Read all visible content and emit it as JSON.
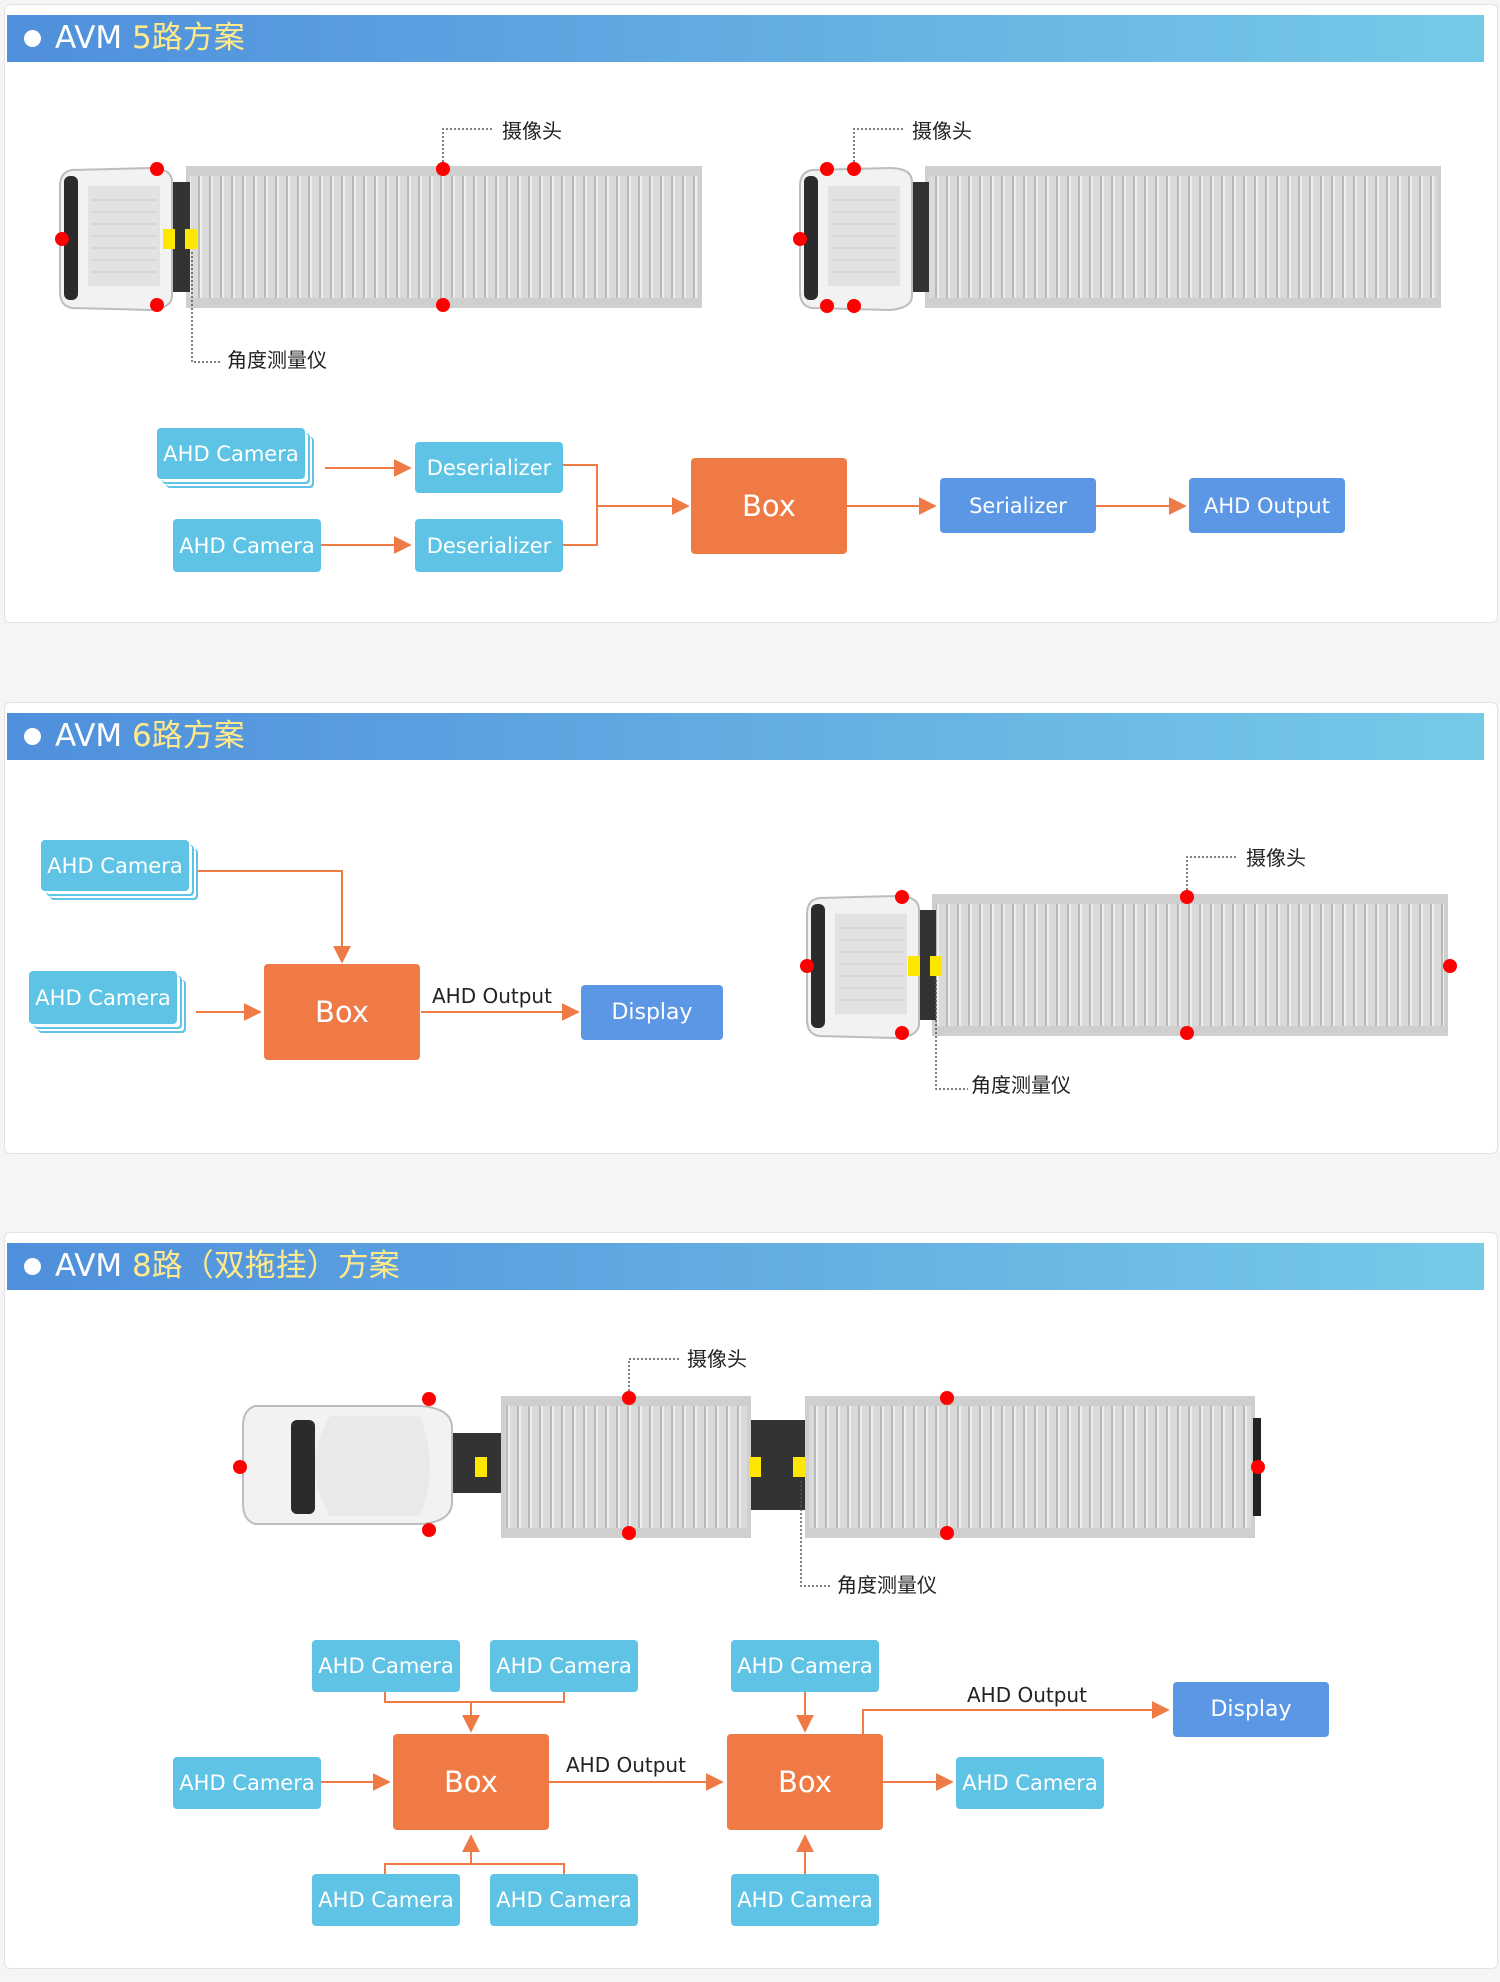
{
  "colors": {
    "camera": "#5ec3e4",
    "box": "#ef7a45",
    "serializer": "#5b97e4",
    "arrow": "#ef7a45",
    "camera_marker": "#ff0000",
    "angle_sensor": "#ffe600"
  },
  "section5": {
    "title_prefix": "AVM ",
    "title_highlight": "5路方案",
    "label_camera": "摄像头",
    "label_camera_2": "摄像头",
    "label_angle": "角度测量仪",
    "flow": {
      "camera_1": "AHD Camera",
      "camera_2": "AHD Camera",
      "deserializer_1": "Deserializer",
      "deserializer_2": "Deserializer",
      "box": "Box",
      "serializer": "Serializer",
      "output": "AHD Output"
    }
  },
  "section6": {
    "title_prefix": "AVM ",
    "title_highlight": "6路方案",
    "label_camera": "摄像头",
    "label_angle": "角度测量仪",
    "flow": {
      "camera_1": "AHD Camera",
      "camera_2": "AHD Camera",
      "box": "Box",
      "output_label": "AHD Output",
      "display": "Display"
    }
  },
  "section8": {
    "title_prefix": "AVM ",
    "title_highlight": "8路（双拖挂）方案",
    "label_camera": "摄像头",
    "label_angle": "角度测量仪",
    "flow": {
      "camera_top_1": "AHD Camera",
      "camera_top_2": "AHD Camera",
      "camera_left": "AHD Camera",
      "camera_bottom_1": "AHD Camera",
      "camera_bottom_2": "AHD Camera",
      "box_1": "Box",
      "output_label_1": "AHD Output",
      "camera_top_3": "AHD Camera",
      "box_2": "Box",
      "camera_right": "AHD Camera",
      "camera_bottom_3": "AHD Camera",
      "output_label_2": "AHD Output",
      "display": "Display"
    }
  }
}
